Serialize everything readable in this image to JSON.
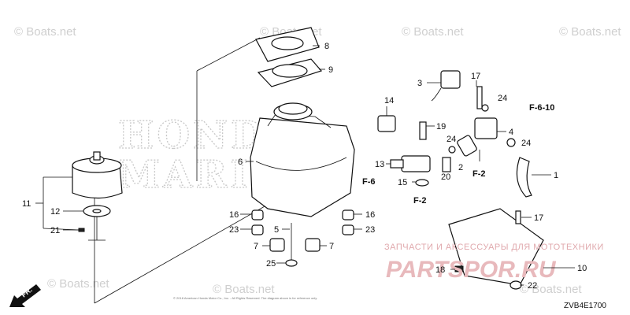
{
  "watermarks": [
    "© Boats.net",
    "© Boats.net",
    "© Boats.net",
    "© Boats.net",
    "© Boats.net",
    "© Boats.net",
    "© Boats.net"
  ],
  "brand": {
    "line1": "HONDA",
    "line2": "MARINE"
  },
  "direction_label": "FR.",
  "diagram_code": "ZVB4E1700",
  "footer_fine_print": "© 2018 American Honda Motor Co., Inc. - All Rights Reserved. The diagram above is for reference only.",
  "ru_watermark": {
    "subtitle": "ЗАПЧАСТИ И АКСЕССУАРЫ ДЛЯ МОТОТЕХНИКИ",
    "main": "PARTSPOR.RU"
  },
  "callouts": {
    "c1": "1",
    "c2": "2",
    "c3": "3",
    "c4": "4",
    "c5": "5",
    "c6": "6",
    "c7a": "7",
    "c7b": "7",
    "c8": "8",
    "c9": "9",
    "c10": "10",
    "c11": "11",
    "c12": "12",
    "c13": "13",
    "c14": "14",
    "c15": "15",
    "c16a": "16",
    "c16b": "16",
    "c17a": "17",
    "c17b": "17",
    "c18": "18",
    "c19": "19",
    "c20": "20",
    "c21": "21",
    "c22": "22",
    "c23a": "23",
    "c23b": "23",
    "c24a": "24",
    "c24b": "24",
    "c24c": "24",
    "c25": "25"
  },
  "refs": {
    "f610": "F-6-10",
    "f6": "F-6",
    "f2a": "F-2",
    "f2b": "F-2"
  }
}
